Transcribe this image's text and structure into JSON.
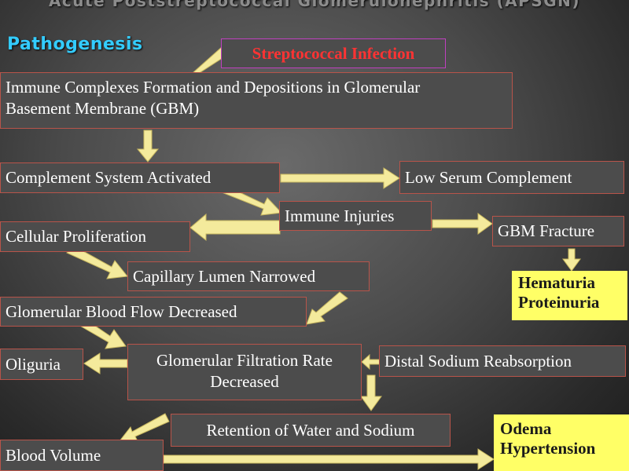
{
  "title": "Acute Poststreptococcal Glomerulonephritis (APSGN)",
  "heading": "Pathogenesis",
  "nodes": {
    "streptococcal_infection": "Streptococcal Infection",
    "immune_complexes": "Immune Complexes Formation and Depositions in Glomerular Basement Membrane (GBM)",
    "complement_activated": "Complement System Activated",
    "low_serum_complement": "Low Serum Complement",
    "immune_injuries": "Immune Injuries",
    "cellular_proliferation": "Cellular Proliferation",
    "gbm_fracture": "GBM Fracture",
    "capillary_lumen": "Capillary Lumen Narrowed",
    "hematuria": "Hematuria",
    "proteinuria": "Proteinuria",
    "blood_flow_decreased": "Glomerular Blood Flow Decreased",
    "oliguria": "Oliguria",
    "gfr_decreased": "Glomerular Filtration Rate Decreased",
    "distal_sodium": "Distal Sodium Reabsorption",
    "retention_water_sodium": "Retention of Water and Sodium",
    "blood_volume": "Blood Volume",
    "odema": "Odema",
    "hypertension": "Hypertension"
  },
  "colors": {
    "box_fill": "#4c4c4c",
    "box_border": "#b8544a",
    "heading": "#33ccff",
    "infection_text": "#ff3333",
    "highlight": "#ffff66",
    "arrow": "#f4ea9c"
  }
}
